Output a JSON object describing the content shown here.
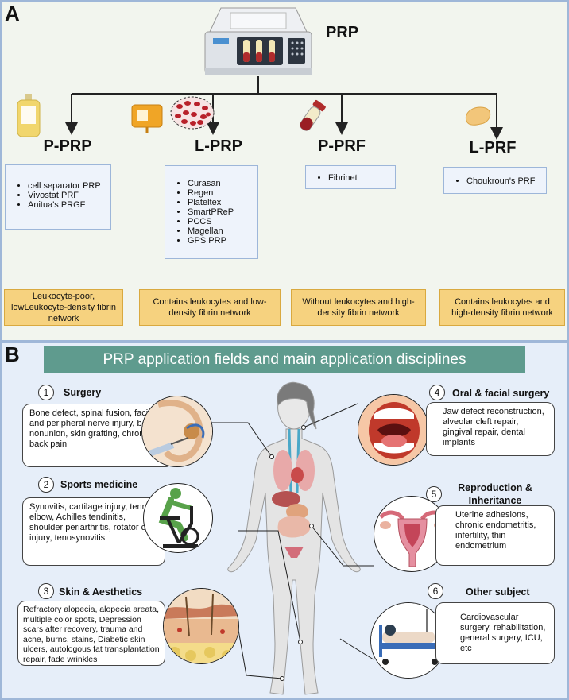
{
  "panel_a": {
    "label": "A",
    "centrifuge_label": "PRP",
    "categories": [
      {
        "title": "P-PRP",
        "items": [
          "cell separator PRP",
          "Vivostat PRF",
          "Anitua's PRGF"
        ],
        "description": "Leukocyte-poor, lowLeukocyte-density fibrin network"
      },
      {
        "title": "L-PRP",
        "items": [
          "Curasan",
          "Regen",
          "Plateltex",
          "SmartPReP",
          "PCCS",
          "Magellan",
          "GPS PRP"
        ],
        "description": "Contains leukocytes and low-density fibrin network"
      },
      {
        "title": "P-PRF",
        "items": [
          "Fibrinet"
        ],
        "description": "Without leukocytes and high-density fibrin network"
      },
      {
        "title": "L-PRF",
        "items": [
          "Choukroun's PRF"
        ],
        "description": "Contains leukocytes and high-density fibrin network"
      }
    ]
  },
  "panel_b": {
    "label": "B",
    "banner": "PRP application fields and main application disciplines",
    "fields": [
      {
        "number": "1",
        "title": "Surgery",
        "text": "Bone defect, spinal fusion, facial and peripheral nerve injury, bone nonunion, skin grafting, chronic low back pain"
      },
      {
        "number": "2",
        "title": "Sports medicine",
        "text": "Synovitis, cartilage injury, tennis elbow, Achilles tendinitis, shoulder periarthritis, rotator cuff injury, tenosynovitis"
      },
      {
        "number": "3",
        "title": "Skin & Aesthetics",
        "text": "Refractory alopecia, alopecia areata, multiple color spots, Depression scars after recovery, trauma and acne, burns, stains, Diabetic skin ulcers,  autologous fat transplantation repair, fade wrinkles"
      },
      {
        "number": "4",
        "title": "Oral & facial surgery",
        "text": "Jaw defect reconstruction, alveolar cleft repair, gingival repair, dental implants"
      },
      {
        "number": "5",
        "title": "Reproduction & Inheritance",
        "text": "Uterine adhesions, chronic endometritis, infertility, thin endometrium"
      },
      {
        "number": "6",
        "title": "Other subject",
        "text": "Cardiovascular surgery, rehabilitation, general surgery, ICU, etc"
      }
    ]
  },
  "colors": {
    "banner": "#5f9b8e",
    "description_box": "#f6d27f",
    "list_box": "#eef3fb",
    "panel_a_bg": "#f2f5ee",
    "panel_b_bg": "#e6eef9"
  },
  "icons": [
    "centrifuge-icon",
    "plasma-bag-icon",
    "blood-cells-icon",
    "blood-tube-icon",
    "fibrin-clot-icon",
    "human-body-icon",
    "ear-injection-icon",
    "exercise-bike-icon",
    "skin-layers-icon",
    "open-mouth-icon",
    "uterus-icon",
    "hospital-bed-icon"
  ]
}
